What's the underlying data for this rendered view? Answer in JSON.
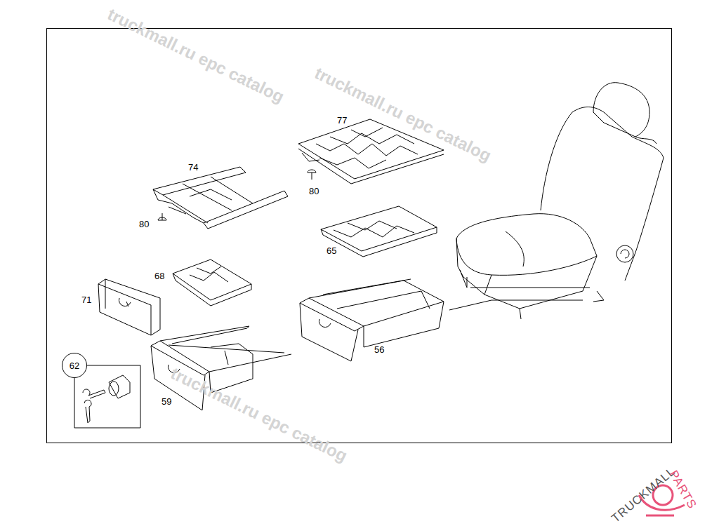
{
  "diagram": {
    "nodes": [
      {
        "text": [
          "62"
        ]
      }
    ],
    "labels": [
      "77",
      "74",
      "80",
      "80",
      "65",
      "68",
      "71",
      "56",
      "59",
      "truckmall.ru epc catalog",
      "truckmall.ru epc catalog",
      "truckmall.ru epc catalog",
      "TRUCKMALL",
      "PARTS"
    ]
  }
}
